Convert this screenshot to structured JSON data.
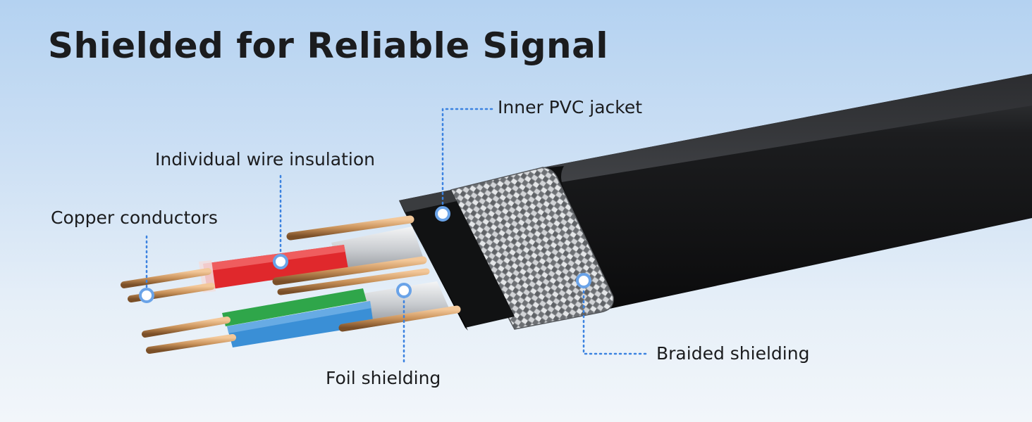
{
  "title": "Shielded for Reliable Signal",
  "labels": {
    "inner_pvc_jacket": "Inner PVC jacket",
    "individual_wire_insulation": "Individual wire insulation",
    "copper_conductors": "Copper conductors",
    "foil_shielding": "Foil shielding",
    "braided_shielding": "Braided shielding"
  },
  "colors": {
    "callout_line": "#3b82e0",
    "callout_dot": "#6aa3e8",
    "jacket": "#17181a",
    "copper": "#c9925a",
    "red_insulation": "#e0282c",
    "green_insulation": "#2fa64a",
    "blue_insulation": "#3a8fd6",
    "foil": "#d6d9dd",
    "braid": "#b9bcc0"
  }
}
